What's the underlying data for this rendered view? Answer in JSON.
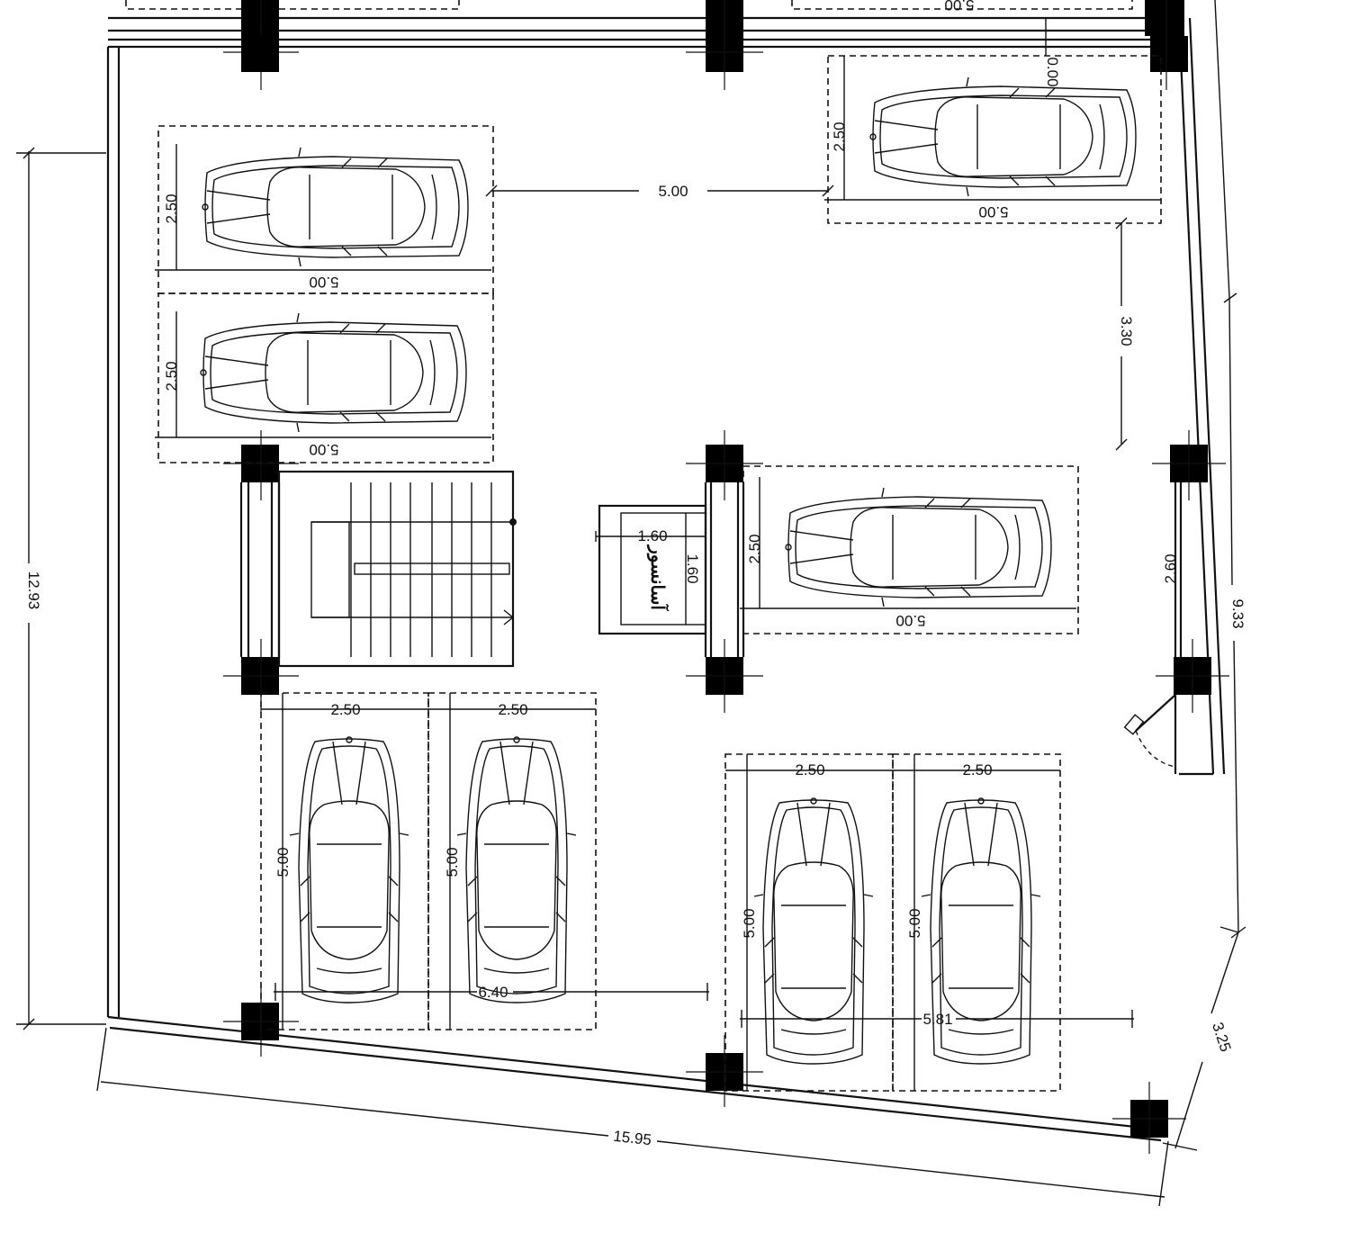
{
  "drawing": {
    "elevator_label": "آسانسور",
    "colors": {
      "line": "#111111",
      "column_fill": "#000000",
      "background": "#ffffff"
    }
  },
  "dimensions": {
    "overall_left": "12.93",
    "overall_bottom": "15.95",
    "right_side_upper": "9.33",
    "right_side_lower": "3.25",
    "aisle_width": "5.00",
    "right_gap": "3.30",
    "right_opening": "2.60",
    "elevator_width": "1.60",
    "elevator_depth": "1.60",
    "top_right_gap": "0.00",
    "top_partial": "5.00",
    "bottom_left_span": "6.40",
    "bottom_right_span": "5.81"
  },
  "parking_spaces": [
    {
      "id": "P1",
      "width": "2.50",
      "length": "5.00",
      "orientation": "horizontal"
    },
    {
      "id": "P2",
      "width": "2.50",
      "length": "5.00",
      "orientation": "horizontal"
    },
    {
      "id": "P3",
      "width": "2.50",
      "length": "5.00",
      "orientation": "horizontal"
    },
    {
      "id": "P4",
      "width": "2.50",
      "length": "5.00",
      "orientation": "horizontal"
    },
    {
      "id": "P5",
      "width": "2.50",
      "length": "5.00",
      "orientation": "vertical"
    },
    {
      "id": "P6",
      "width": "2.50",
      "length": "5.00",
      "orientation": "vertical"
    },
    {
      "id": "P7",
      "width": "2.50",
      "length": "5.00",
      "orientation": "vertical"
    },
    {
      "id": "P8",
      "width": "2.50",
      "length": "5.00",
      "orientation": "vertical"
    }
  ]
}
